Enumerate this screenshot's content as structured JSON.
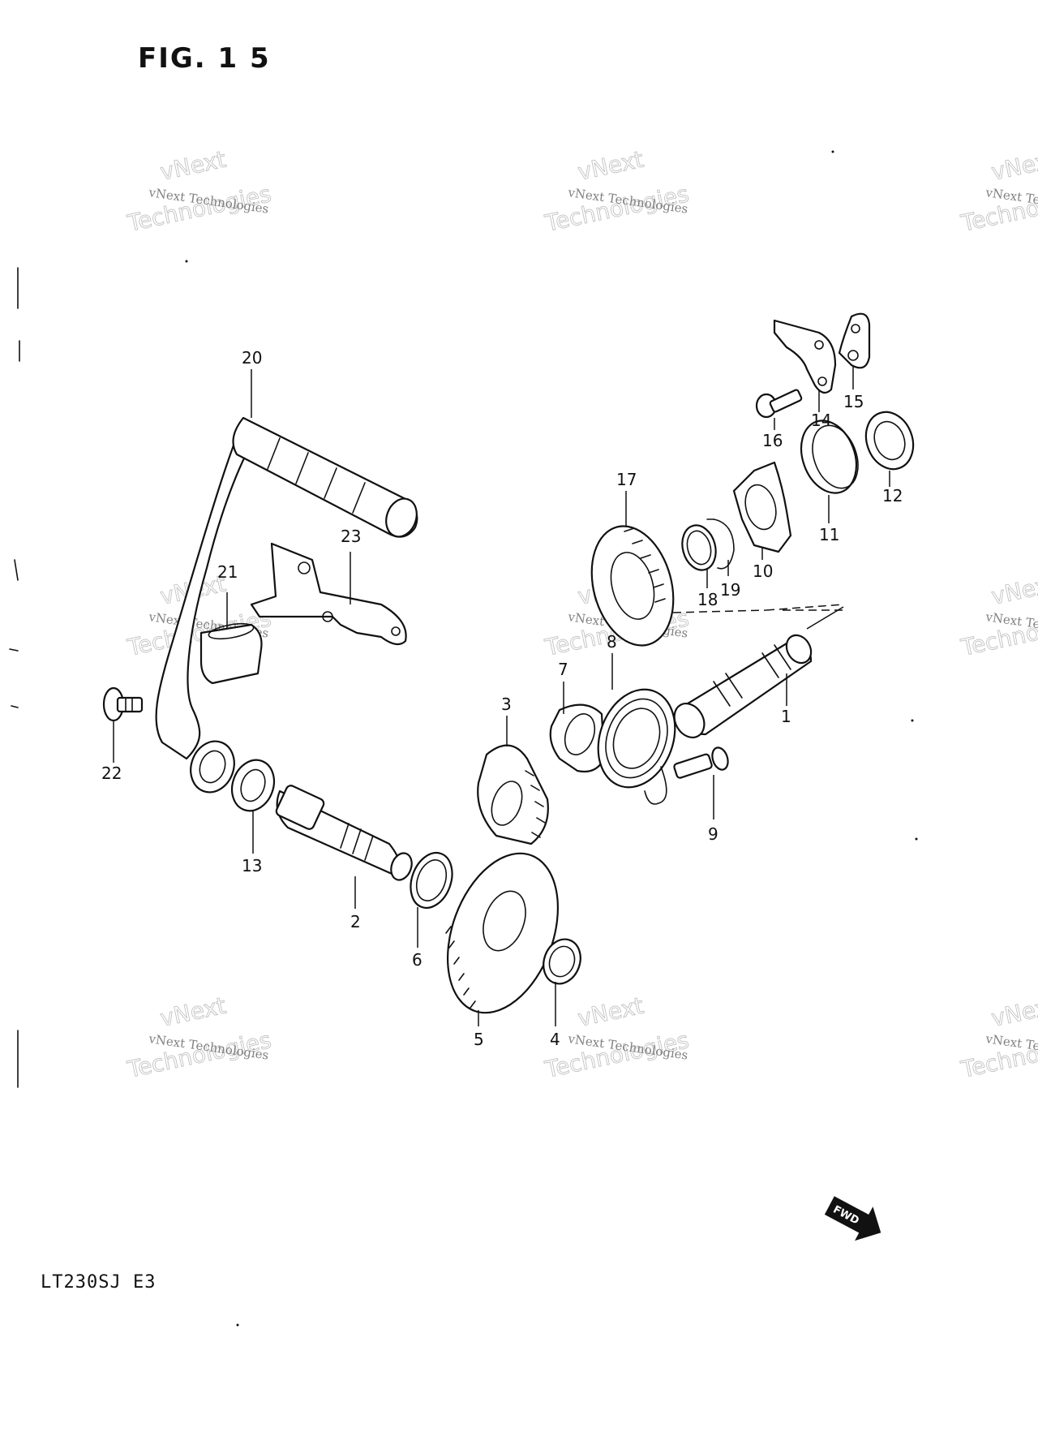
{
  "figure": {
    "title": "FIG. 1 5",
    "model": "LT230SJ  E3"
  },
  "watermark": {
    "line_small": "vNext Technologies",
    "line_a": "vNext",
    "line_b": "Technologies"
  },
  "fwd_label": "FWD",
  "parts": {
    "p1": "1",
    "p2": "2",
    "p3": "3",
    "p4": "4",
    "p5": "5",
    "p6": "6",
    "p7": "7",
    "p8": "8",
    "p9": "9",
    "p10": "10",
    "p11": "11",
    "p12": "12",
    "p13": "13",
    "p14": "14",
    "p15": "15",
    "p16": "16",
    "p17": "17",
    "p18": "18",
    "p19": "19",
    "p20": "20",
    "p21": "21",
    "p22": "22",
    "p23": "23"
  }
}
